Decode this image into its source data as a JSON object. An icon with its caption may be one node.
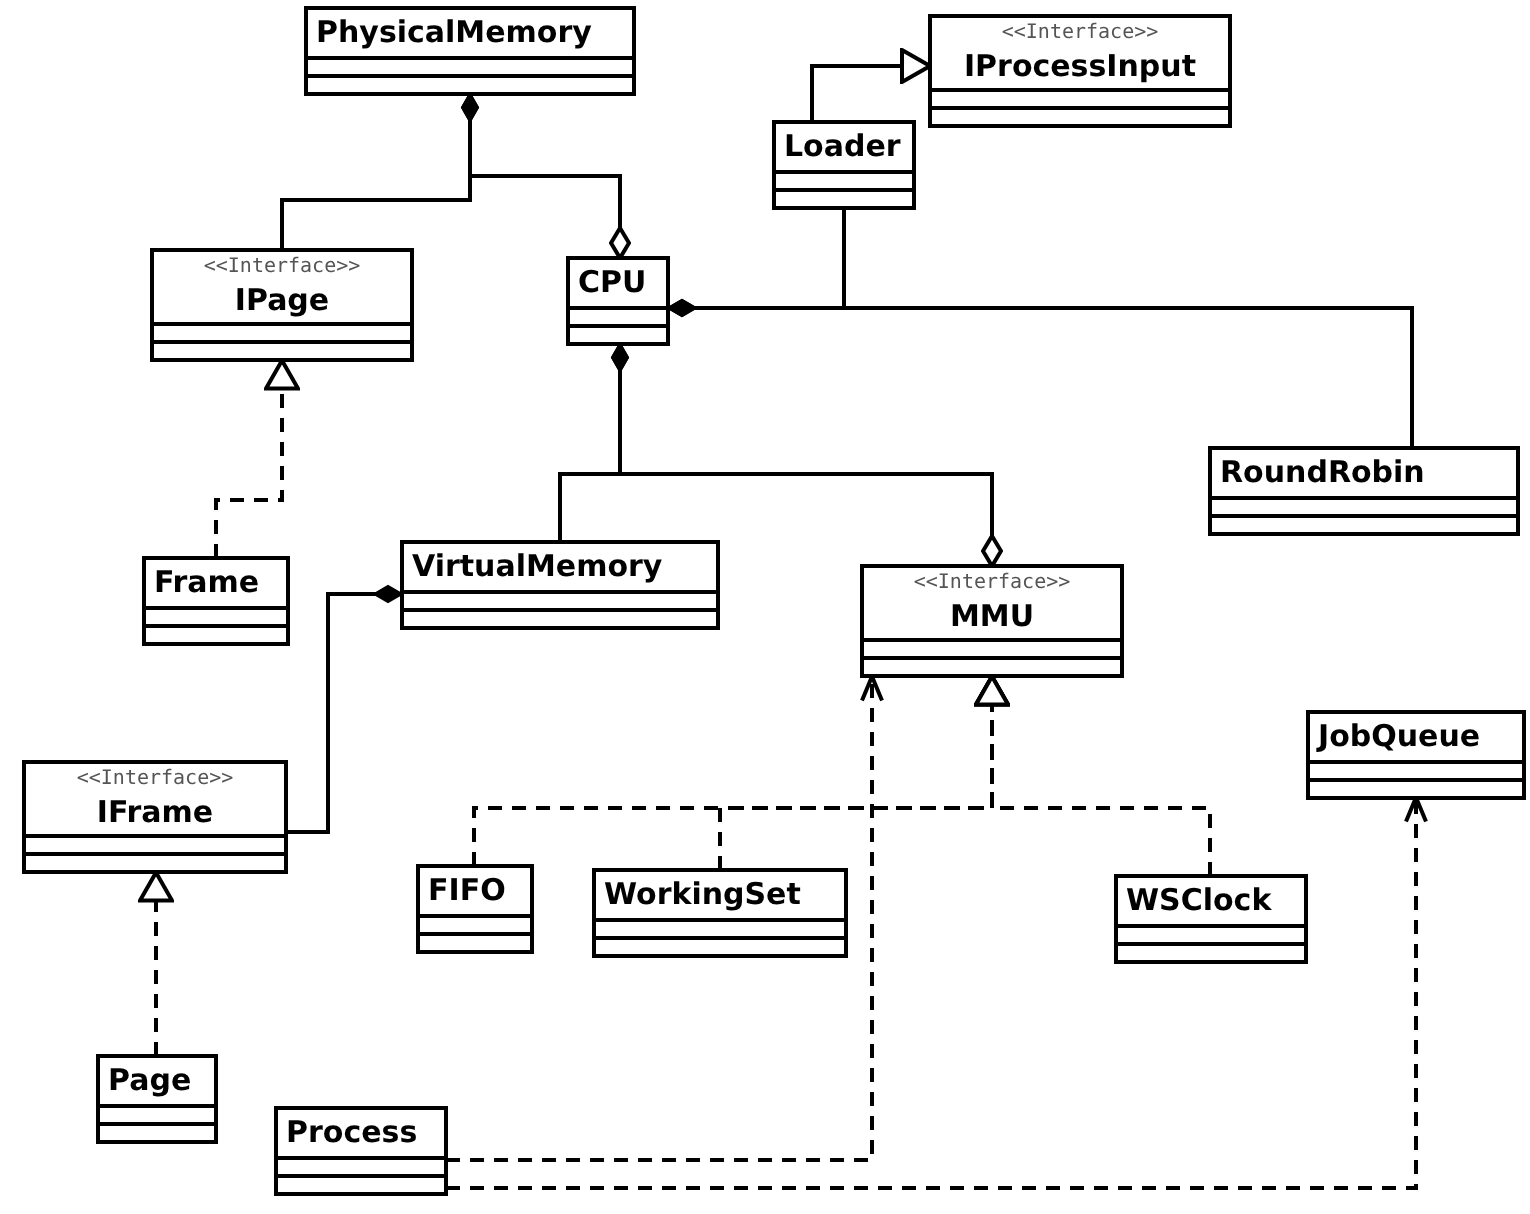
{
  "diagram": {
    "nodes": [
      {
        "text": [
          "PhysicalMemory"
        ]
      },
      {
        "text": [
          "<<Interface>>",
          "IProcessInput"
        ]
      },
      {
        "text": [
          "Loader"
        ]
      },
      {
        "text": [
          "<<Interface>>",
          "IPage"
        ]
      },
      {
        "text": [
          "CPU"
        ]
      },
      {
        "text": [
          "RoundRobin"
        ]
      },
      {
        "text": [
          "Frame"
        ]
      },
      {
        "text": [
          "VirtualMemory"
        ]
      },
      {
        "text": [
          "<<Interface>>",
          "MMU"
        ]
      },
      {
        "text": [
          "JobQueue"
        ]
      },
      {
        "text": [
          "<<Interface>>",
          "IFrame"
        ]
      },
      {
        "text": [
          "FIFO"
        ]
      },
      {
        "text": [
          "WorkingSet"
        ]
      },
      {
        "text": [
          "WSClock"
        ]
      },
      {
        "text": [
          "Page"
        ]
      },
      {
        "text": [
          "Process"
        ]
      }
    ],
    "edges": [
      {
        "from": 0,
        "to": 3,
        "arrow": "other"
      },
      {
        "from": 0,
        "to": 4,
        "arrow": "other"
      },
      {
        "from": 2,
        "to": 1,
        "arrow": "to"
      },
      {
        "from": 4,
        "to": 2,
        "arrow": "other"
      },
      {
        "from": 4,
        "to": 5,
        "arrow": "other"
      },
      {
        "from": 6,
        "to": 3,
        "arrow": "to",
        "style": "dashed"
      },
      {
        "from": 4,
        "to": 7,
        "arrow": "other"
      },
      {
        "from": 4,
        "to": 8,
        "arrow": "other"
      },
      {
        "from": 7,
        "to": 10,
        "arrow": "other"
      },
      {
        "from": 14,
        "to": 10,
        "arrow": "to",
        "style": "dashed"
      },
      {
        "from": 11,
        "to": 8,
        "arrow": "to",
        "style": "dashed"
      },
      {
        "from": 12,
        "to": 8,
        "arrow": "to",
        "style": "dashed"
      },
      {
        "from": 13,
        "to": 8,
        "arrow": "to",
        "style": "dashed"
      },
      {
        "from": 15,
        "to": 8,
        "arrow": "to",
        "style": "dashed"
      },
      {
        "from": 15,
        "to": 9,
        "arrow": "to",
        "style": "dashed"
      }
    ]
  }
}
